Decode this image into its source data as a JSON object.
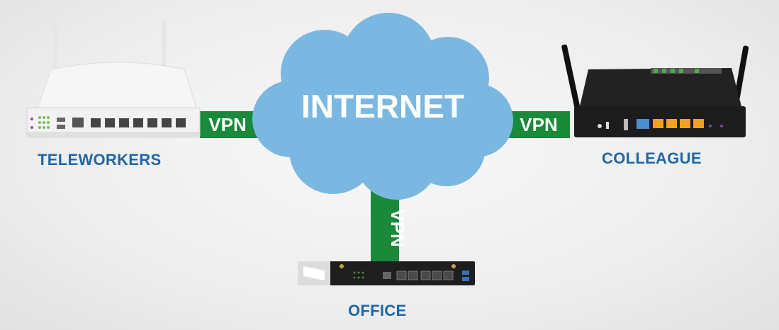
{
  "cloud": {
    "label": "INTERNET"
  },
  "links": {
    "left": "VPN",
    "right": "VPN",
    "bottom": "VPN"
  },
  "devices": {
    "teleworkers": "TELEWORKERS",
    "colleague": "COLLEAGUE",
    "office": "OFFICE"
  },
  "colors": {
    "cloud": "#7ab8e2",
    "vpn": "#1a8a3a",
    "label": "#1f67a8",
    "router_white": "#f4f4f4",
    "router_black": "#1c1c1c",
    "port_orange": "#f0a21f",
    "led_green": "#4fae4a"
  }
}
